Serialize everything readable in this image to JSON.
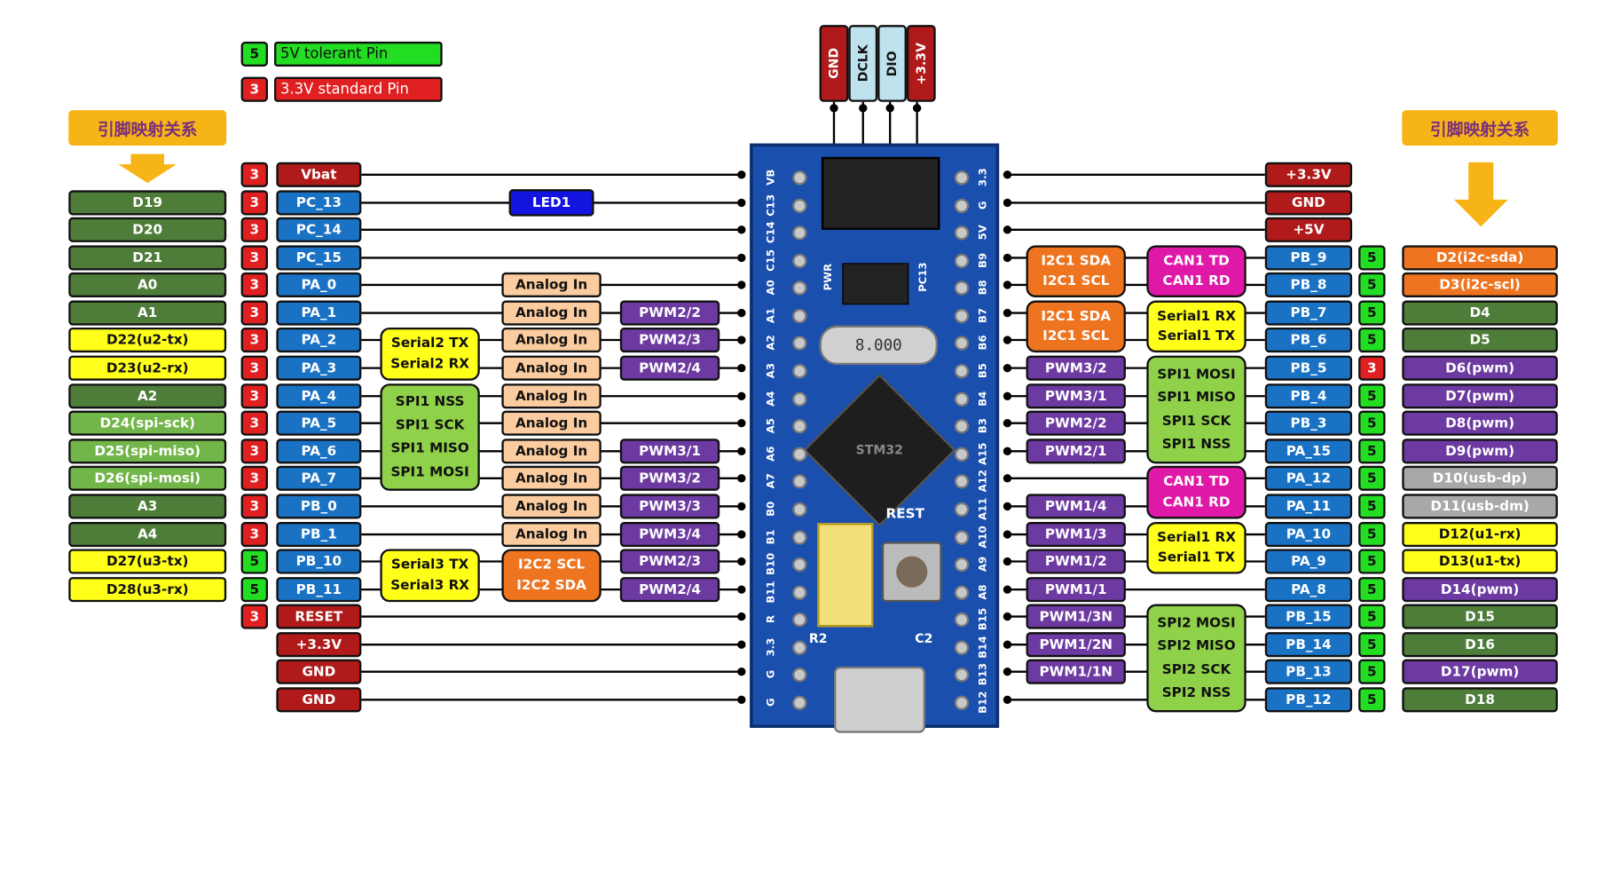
{
  "legend": {
    "five_num": "5",
    "five_text": "5V tolerant Pin",
    "three_num": "3",
    "three_text": "3.3V standard Pin"
  },
  "headers": {
    "left": "引脚映射关系",
    "right": "引脚映射关系"
  },
  "colors": {
    "green5": "#22dd22",
    "red3": "#e02020",
    "blue": "#1a72c4",
    "darkred": "#b01a1a",
    "dgreen": "#4e7d3a",
    "lgreen": "#72b54a",
    "yellow": "#ffff1a",
    "purple": "#6c3aa0",
    "peach": "#fbcca0",
    "orange": "#ee7420",
    "magenta": "#e018a8",
    "lime": "#8fd24a",
    "grey": "#a8a8a8",
    "led": "#1414e0",
    "swd_light": "#bfe2ef",
    "board": "#1a4fae"
  },
  "swd": [
    "GND",
    "DCLK",
    "DIO",
    "+3.3V"
  ],
  "board": {
    "left_labels": [
      "VB",
      "C13",
      "C14",
      "C15",
      "A0",
      "A1",
      "A2",
      "A3",
      "A4",
      "A5",
      "A6",
      "A7",
      "B0",
      "B1",
      "B10",
      "B11",
      "R",
      "3.3",
      "G",
      "G"
    ],
    "right_labels": [
      "3.3",
      "G",
      "5V",
      "B9",
      "B8",
      "B7",
      "B6",
      "B5",
      "B4",
      "B3",
      "A15",
      "A12",
      "A11",
      "A10",
      "A9",
      "A8",
      "B15",
      "B14",
      "B13",
      "B12"
    ],
    "crystal": "8.000",
    "chip": "STM32",
    "rest": "REST",
    "pwr": "PWR",
    "pc13": "PC13",
    "r2": "R2",
    "c2": "C2"
  },
  "left_rows": [
    {
      "volt": "3",
      "pin": "Vbat",
      "map": ""
    },
    {
      "volt": "3",
      "pin": "PC_13",
      "map": "D19"
    },
    {
      "volt": "3",
      "pin": "PC_14",
      "map": "D20"
    },
    {
      "volt": "3",
      "pin": "PC_15",
      "map": "D21"
    },
    {
      "volt": "3",
      "pin": "PA_0",
      "map": "A0"
    },
    {
      "volt": "3",
      "pin": "PA_1",
      "map": "A1"
    },
    {
      "volt": "3",
      "pin": "PA_2",
      "map": "D22(u2-tx)"
    },
    {
      "volt": "3",
      "pin": "PA_3",
      "map": "D23(u2-rx)"
    },
    {
      "volt": "3",
      "pin": "PA_4",
      "map": "A2"
    },
    {
      "volt": "3",
      "pin": "PA_5",
      "map": "D24(spi-sck)"
    },
    {
      "volt": "3",
      "pin": "PA_6",
      "map": "D25(spi-miso)"
    },
    {
      "volt": "3",
      "pin": "PA_7",
      "map": "D26(spi-mosi)"
    },
    {
      "volt": "3",
      "pin": "PB_0",
      "map": "A3"
    },
    {
      "volt": "3",
      "pin": "PB_1",
      "map": "A4"
    },
    {
      "volt": "5",
      "pin": "PB_10",
      "map": "D27(u3-tx)"
    },
    {
      "volt": "5",
      "pin": "PB_11",
      "map": "D28(u3-rx)"
    },
    {
      "volt": "3",
      "pin": "RESET",
      "map": ""
    },
    {
      "volt": "",
      "pin": "+3.3V",
      "map": ""
    },
    {
      "volt": "",
      "pin": "GND",
      "map": ""
    },
    {
      "volt": "",
      "pin": "GND",
      "map": ""
    }
  ],
  "left_analog": [
    "Analog In",
    "Analog In",
    "Analog In",
    "Analog In",
    "Analog In",
    "Analog In",
    "Analog In",
    "Analog In",
    "Analog In",
    "Analog In"
  ],
  "left_pwm": [
    "PWM2/2",
    "PWM2/3",
    "PWM2/4",
    "PWM3/1",
    "PWM3/2",
    "PWM3/3",
    "PWM3/4",
    "PWM2/3",
    "PWM2/4"
  ],
  "led": "LED1",
  "serial2": [
    "Serial2 TX",
    "Serial2 RX"
  ],
  "spi1": [
    "SPI1 NSS",
    "SPI1 SCK",
    "SPI1 MISO",
    "SPI1 MOSI"
  ],
  "serial3": [
    "Serial3 TX",
    "Serial3 RX"
  ],
  "i2c2": [
    "I2C2 SCL",
    "I2C2 SDA"
  ],
  "right_rows": [
    {
      "volt": "",
      "pin": "+3.3V",
      "map": ""
    },
    {
      "volt": "",
      "pin": "GND",
      "map": ""
    },
    {
      "volt": "",
      "pin": "+5V",
      "map": ""
    },
    {
      "volt": "5",
      "pin": "PB_9",
      "map": "D2(i2c-sda)"
    },
    {
      "volt": "5",
      "pin": "PB_8",
      "map": "D3(i2c-scl)"
    },
    {
      "volt": "5",
      "pin": "PB_7",
      "map": "D4"
    },
    {
      "volt": "5",
      "pin": "PB_6",
      "map": "D5"
    },
    {
      "volt": "3",
      "pin": "PB_5",
      "map": "D6(pwm)"
    },
    {
      "volt": "5",
      "pin": "PB_4",
      "map": "D7(pwm)"
    },
    {
      "volt": "5",
      "pin": "PB_3",
      "map": "D8(pwm)"
    },
    {
      "volt": "5",
      "pin": "PA_15",
      "map": "D9(pwm)"
    },
    {
      "volt": "5",
      "pin": "PA_12",
      "map": "D10(usb-dp)"
    },
    {
      "volt": "5",
      "pin": "PA_11",
      "map": "D11(usb-dm)"
    },
    {
      "volt": "5",
      "pin": "PA_10",
      "map": "D12(u1-rx)"
    },
    {
      "volt": "5",
      "pin": "PA_9",
      "map": "D13(u1-tx)"
    },
    {
      "volt": "5",
      "pin": "PA_8",
      "map": "D14(pwm)"
    },
    {
      "volt": "5",
      "pin": "PB_15",
      "map": "D15"
    },
    {
      "volt": "5",
      "pin": "PB_14",
      "map": "D16"
    },
    {
      "volt": "5",
      "pin": "PB_13",
      "map": "D17(pwm)"
    },
    {
      "volt": "5",
      "pin": "PB_12",
      "map": "D18"
    }
  ],
  "i2c1_a": [
    "I2C1 SDA",
    "I2C1 SCL"
  ],
  "i2c1_b": [
    "I2C1 SDA",
    "I2C1 SCL"
  ],
  "can1_a": [
    "CAN1 TD",
    "CAN1 RD"
  ],
  "serial1_a": [
    "Serial1 RX",
    "Serial1 TX"
  ],
  "right_pwm": [
    "PWM3/2",
    "PWM3/1",
    "PWM2/2",
    "PWM2/1",
    "PWM1/4",
    "PWM1/3",
    "PWM1/2",
    "PWM1/1",
    "PWM1/3N",
    "PWM1/2N",
    "PWM1/1N"
  ],
  "spi1_r": [
    "SPI1 MOSI",
    "SPI1 MISO",
    "SPI1 SCK",
    "SPI1 NSS"
  ],
  "can1_b": [
    "CAN1 TD",
    "CAN1 RD"
  ],
  "serial1_b": [
    "Serial1 RX",
    "Serial1 TX"
  ],
  "spi2": [
    "SPI2 MOSI",
    "SPI2 MISO",
    "SPI2 SCK",
    "SPI2 NSS"
  ]
}
